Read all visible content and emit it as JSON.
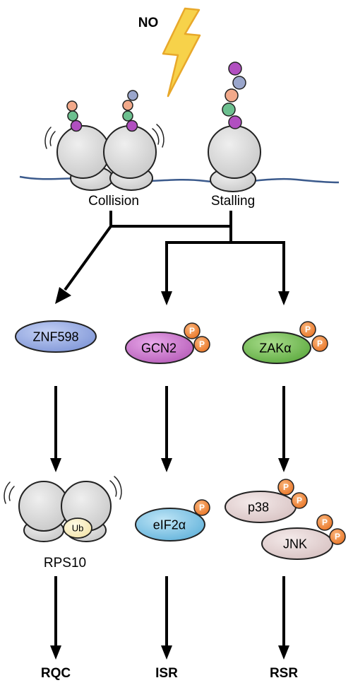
{
  "trigger": {
    "label": "NO"
  },
  "ribosome_states": {
    "collision": "Collision",
    "stalling": "Stalling"
  },
  "sensors": {
    "znf598": "ZNF598",
    "gcn2": "GCN2",
    "zak": "ZAKα"
  },
  "effectors": {
    "rps10": "RPS10",
    "ubiquitin": "Ub",
    "eif2a": "eIF2α",
    "p38": "p38",
    "jnk": "JNK"
  },
  "phospho_label": "P",
  "outcomes": {
    "rqc": "RQC",
    "isr": "ISR",
    "rsr": "RSR"
  },
  "colors": {
    "ribosome": "#d8d8d8",
    "mrna": "#3b5a8c",
    "lightning": "#f7d24a",
    "znf598": "#8fa6e0",
    "gcn2": "#c46bc6",
    "zak": "#6fb850",
    "eif2a": "#7cc3e6",
    "p38_jnk": "#e6d4d4",
    "phospho": "#ef7d2d",
    "ubiquitin": "#fbf0c2",
    "chain_purple": "#b14fc0",
    "chain_green": "#6cc08f",
    "chain_peach": "#f2a98a",
    "chain_lavender": "#9aa6cc"
  }
}
